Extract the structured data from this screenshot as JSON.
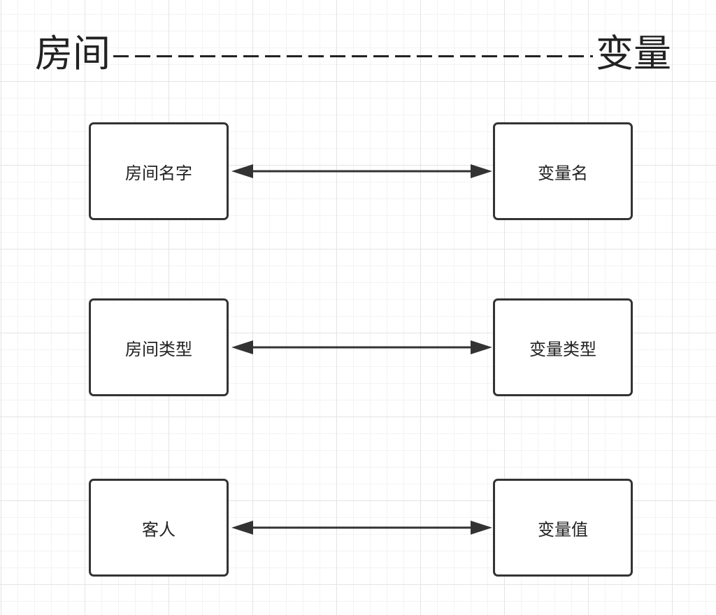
{
  "title": {
    "left": "房间",
    "right": "变量"
  },
  "rows": [
    {
      "left_label": "房间名字",
      "right_label": "变量名"
    },
    {
      "left_label": "房间类型",
      "right_label": "变量类型"
    },
    {
      "left_label": "客人",
      "right_label": "变量值"
    }
  ],
  "colors": {
    "stroke": "#333333",
    "grid": "#e4e4e4",
    "background": "#ffffff"
  }
}
